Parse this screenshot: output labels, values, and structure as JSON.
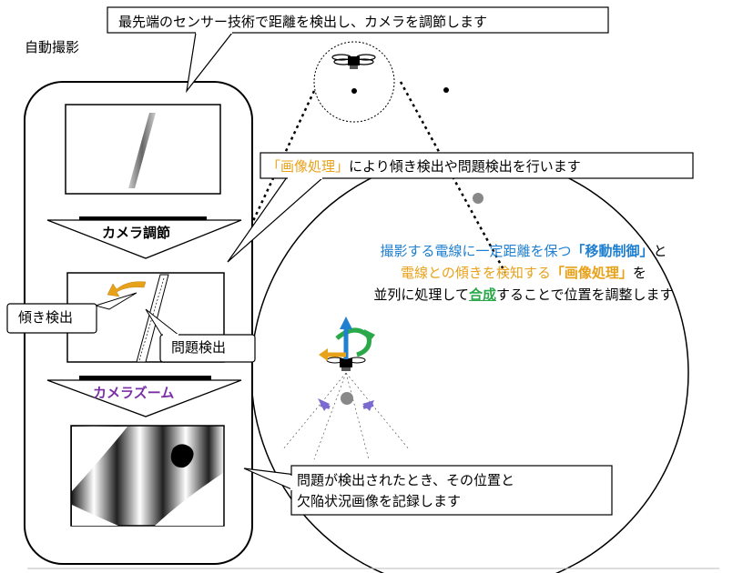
{
  "title_label": "自動撮影",
  "callout_top": "最先端のセンサー技術で距離を検出し、カメラを調節します",
  "callout_image": {
    "quote_open": "「",
    "term": "画像処理",
    "quote_close": "」",
    "rest": "により傾き検出や問題検出を行います"
  },
  "steps": {
    "camera_adjust": "カメラ調節",
    "camera_zoom": "カメラズーム"
  },
  "labels": {
    "tilt_detect": "傾き検出",
    "problem_detect": "問題検出"
  },
  "bottom_callout": {
    "line1": "問題が検出されたとき、その位置と",
    "line2": "欠陥状況画像を記録します"
  },
  "right_text": {
    "l1_a": "撮影する電線に一定距離を保つ",
    "l1_b": "「移動制御」",
    "l1_c": "と",
    "l2_a": "電線との傾きを検知する",
    "l2_b": "「画像処理」",
    "l2_c": "を",
    "l3_a": "並列に処理して",
    "l3_b": "合成",
    "l3_c": "することで位置を調整します"
  },
  "colors": {
    "blue": "#1f7fd0",
    "orange": "#e8a21a",
    "green": "#2aa84a",
    "purple": "#7b2fa6"
  }
}
